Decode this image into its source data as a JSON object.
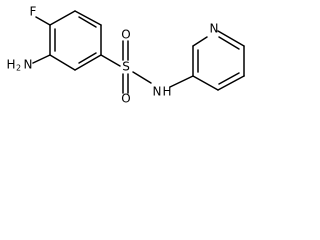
{
  "molecule": {
    "atoms": {
      "fluorine": "F",
      "amine_h": "H",
      "amine_h_count": "2",
      "amine_n": "N",
      "sulfur": "S",
      "oxygen_top": "O",
      "oxygen_bottom": "O",
      "sulfonamide_n": "N",
      "sulfonamide_h": "H",
      "pyridine_n": "N"
    }
  }
}
